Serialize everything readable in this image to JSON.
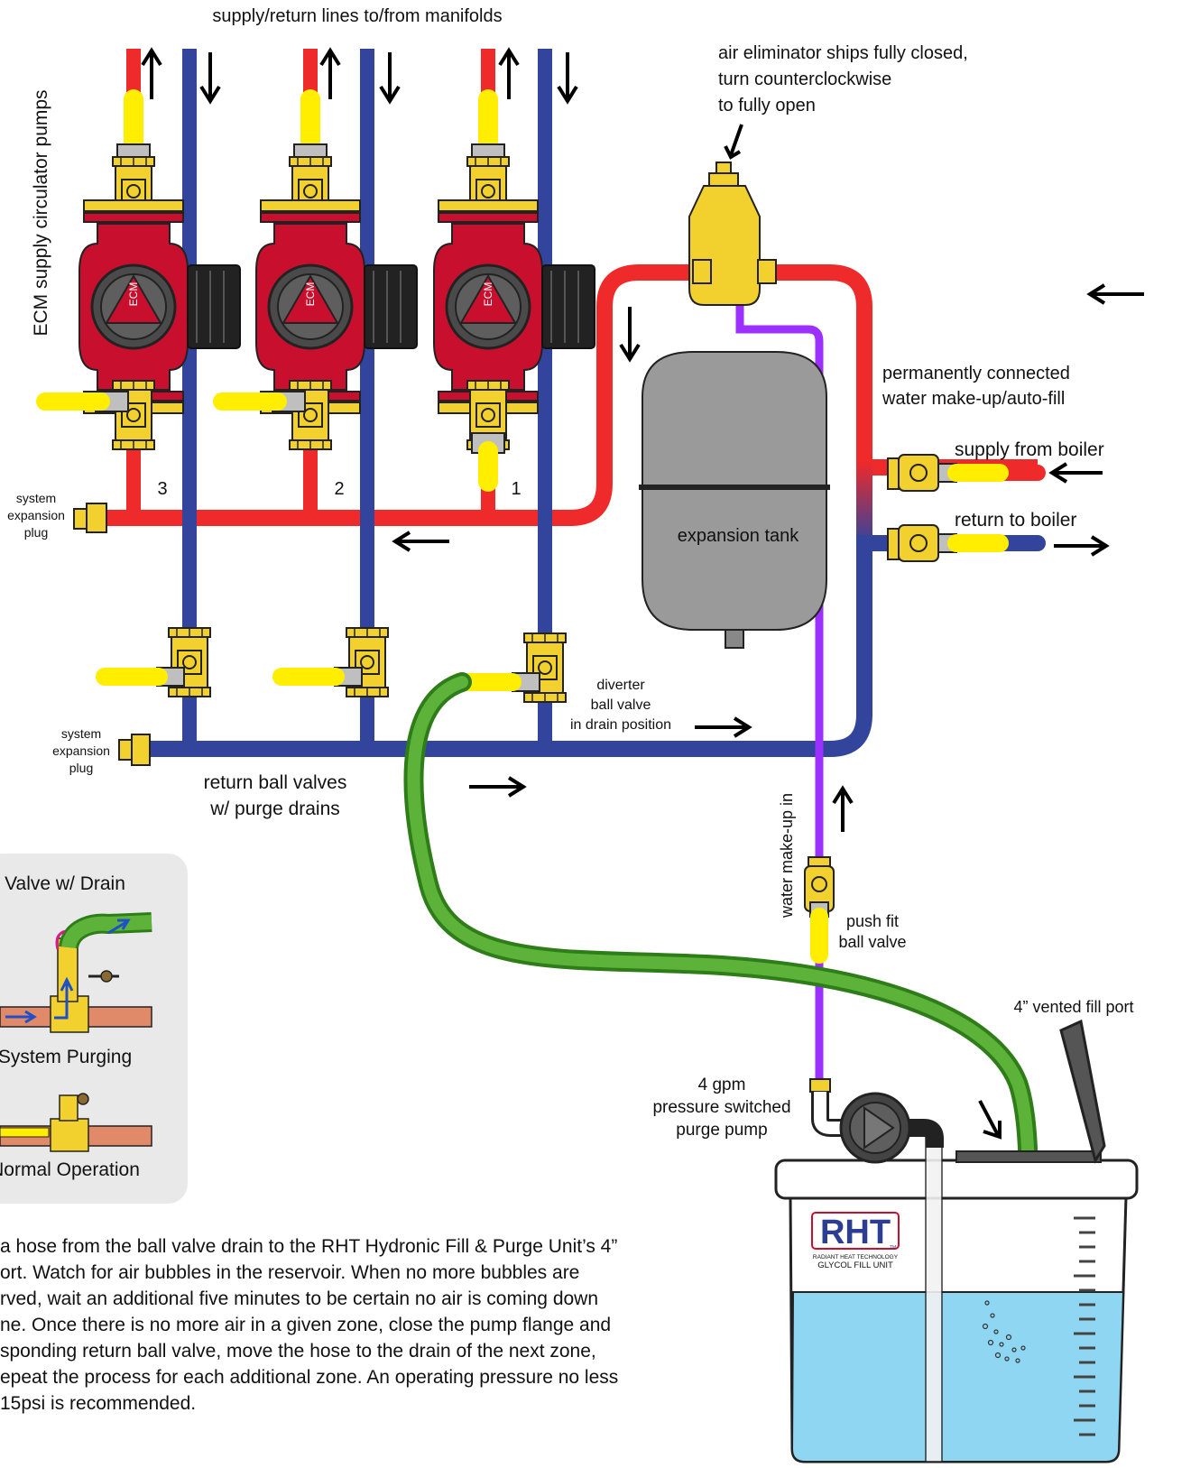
{
  "labels": {
    "top": "supply/return lines to/from manifolds",
    "pumps_vertical": "ECM supply circulator pumps",
    "air_elim_1": "air eliminator ships fully closed,",
    "air_elim_2": "turn counterclockwise",
    "air_elim_3": "to fully open",
    "makeup_1": "permanently connected",
    "makeup_2": "water make-up/auto-fill",
    "supply_boiler": "supply from boiler",
    "return_boiler": "return to boiler",
    "expansion_tank": "expansion tank",
    "sys_plug_1": "system",
    "sys_plug_2": "expansion",
    "sys_plug_3": "plug",
    "zone_3": "3",
    "zone_2": "2",
    "zone_1": "1",
    "diverter_1": "diverter",
    "diverter_2": "ball valve",
    "diverter_3": "in drain position",
    "return_valves_1": "return ball valves",
    "return_valves_2": "w/ purge drains",
    "water_makeup_in": "water make-up in",
    "pushfit_1": "push fit",
    "pushfit_2": "ball valve",
    "vented_port": "4” vented fill port",
    "purge_pump_1": "4 gpm",
    "purge_pump_2": "pressure switched",
    "purge_pump_3": "purge pump",
    "pump_badge": "ECM"
  },
  "inset": {
    "title": "Valve w/ Drain",
    "purging": "System Purging",
    "normal": "Normal Operation"
  },
  "rht": {
    "logo": "RHT",
    "tm": "TM",
    "sub1": "RADIANT HEAT TECHNOLOGY",
    "sub2": "GLYCOL FILL UNIT"
  },
  "instructions": [
    "a hose from the ball valve drain to the RHT Hydronic Fill & Purge Unit’s 4”",
    "ort.  Watch for air bubbles in the reservoir. When no more bubbles are",
    "rved, wait an additional five minutes to be certain no air is coming down",
    "ne. Once there is no more air in a given zone, close the pump flange and",
    "sponding return ball valve, move the hose to the drain of the next zone,",
    "epeat the process for each additional zone. An operating pressure no less",
    "15psi is recommended."
  ],
  "colors": {
    "supply": "#ee2a2a",
    "return": "#33449c",
    "makeup": "#9b30ff",
    "hose": "#4a9a2a",
    "brass": "#f2d12e",
    "handle": "#ffee00",
    "pump_red": "#c8102e",
    "tank": "#9a9a9a",
    "water": "#8fd6f2"
  }
}
